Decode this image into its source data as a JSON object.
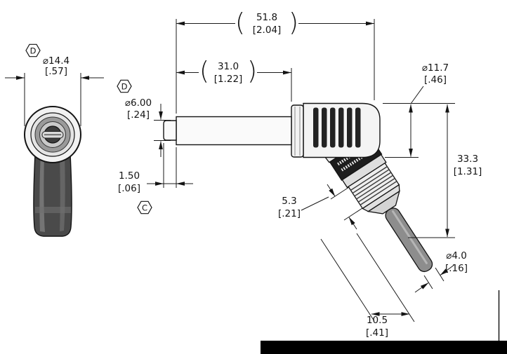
{
  "drawing": {
    "datums": {
      "d": "D",
      "c": "C"
    },
    "parens": {
      "open": "(",
      "close": ")"
    },
    "dims": {
      "front_dia": {
        "mm": "⌀14.4",
        "in": "[.57]"
      },
      "overall_len": {
        "mm": "51.8",
        "in": "[2.04]"
      },
      "barrel_len": {
        "mm": "31.0",
        "in": "[1.22]"
      },
      "plug_dia": {
        "mm": "⌀6.00",
        "in": "[.24]"
      },
      "tip_len": {
        "mm": "1.50",
        "in": "[.06]"
      },
      "body_dia": {
        "mm": "⌀11.7",
        "in": "[.46]"
      },
      "height": {
        "mm": "33.3",
        "in": "[1.31]"
      },
      "knurl_len": {
        "mm": "5.3",
        "in": "[.21]"
      },
      "cable_dia": {
        "mm": "⌀4.0",
        "in": "[.16]"
      },
      "horiz_offset": {
        "mm": "10.5",
        "in": "[.41]"
      }
    }
  }
}
